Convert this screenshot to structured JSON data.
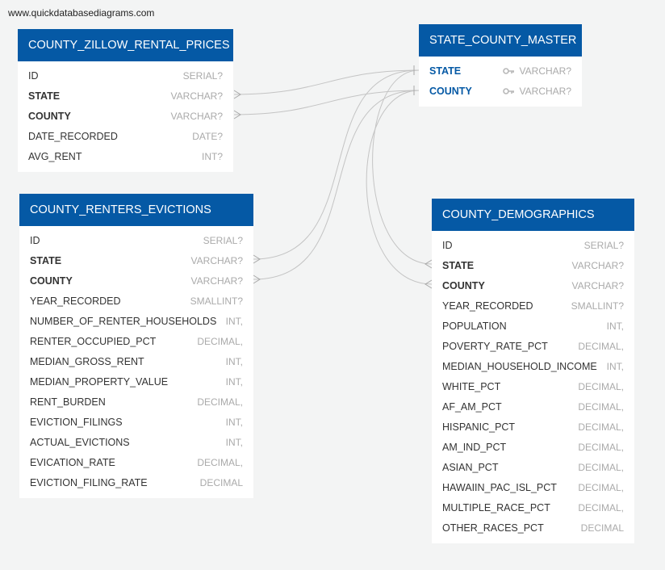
{
  "watermark": "www.quickdatabasediagrams.com",
  "colors": {
    "header": "#0559a5",
    "background": "#f3f4f4",
    "pk_text": "#0559a5",
    "type_text": "#aaaaaa"
  },
  "tables": {
    "zillow": {
      "name": "COUNTY_ZILLOW_RENTAL_PRICES",
      "columns": [
        {
          "name": "ID",
          "type": "SERIAL?",
          "bold": false
        },
        {
          "name": "STATE",
          "type": "VARCHAR?",
          "bold": true
        },
        {
          "name": "COUNTY",
          "type": "VARCHAR?",
          "bold": true
        },
        {
          "name": "DATE_RECORDED",
          "type": "DATE?",
          "bold": false
        },
        {
          "name": "AVG_RENT",
          "type": "INT?",
          "bold": false
        }
      ]
    },
    "master": {
      "name": "STATE_COUNTY_MASTER",
      "columns": [
        {
          "name": "STATE",
          "type": "VARCHAR?",
          "pk": true,
          "icon": "key-icon"
        },
        {
          "name": "COUNTY",
          "type": "VARCHAR?",
          "pk": true,
          "icon": "key-icon"
        }
      ]
    },
    "evictions": {
      "name": "COUNTY_RENTERS_EVICTIONS",
      "columns": [
        {
          "name": "ID",
          "type": "SERIAL?",
          "bold": false
        },
        {
          "name": "STATE",
          "type": "VARCHAR?",
          "bold": true
        },
        {
          "name": "COUNTY",
          "type": "VARCHAR?",
          "bold": true
        },
        {
          "name": "YEAR_RECORDED",
          "type": "SMALLINT?",
          "bold": false
        },
        {
          "name": "NUMBER_OF_RENTER_HOUSEHOLDS",
          "type": "INT,",
          "bold": false
        },
        {
          "name": "RENTER_OCCUPIED_PCT",
          "type": "DECIMAL,",
          "bold": false
        },
        {
          "name": "MEDIAN_GROSS_RENT",
          "type": "INT,",
          "bold": false
        },
        {
          "name": "MEDIAN_PROPERTY_VALUE",
          "type": "INT,",
          "bold": false
        },
        {
          "name": "RENT_BURDEN",
          "type": "DECIMAL,",
          "bold": false
        },
        {
          "name": "EVICTION_FILINGS",
          "type": "INT,",
          "bold": false
        },
        {
          "name": "ACTUAL_EVICTIONS",
          "type": "INT,",
          "bold": false
        },
        {
          "name": "EVICATION_RATE",
          "type": "DECIMAL,",
          "bold": false
        },
        {
          "name": "EVICTION_FILING_RATE",
          "type": "DECIMAL",
          "bold": false
        }
      ]
    },
    "demographics": {
      "name": "COUNTY_DEMOGRAPHICS",
      "columns": [
        {
          "name": "ID",
          "type": "SERIAL?",
          "bold": false
        },
        {
          "name": "STATE",
          "type": "VARCHAR?",
          "bold": true
        },
        {
          "name": "COUNTY",
          "type": "VARCHAR?",
          "bold": true
        },
        {
          "name": "YEAR_RECORDED",
          "type": "SMALLINT?",
          "bold": false
        },
        {
          "name": "POPULATION",
          "type": "INT,",
          "bold": false
        },
        {
          "name": "POVERTY_RATE_PCT",
          "type": "DECIMAL,",
          "bold": false
        },
        {
          "name": "MEDIAN_HOUSEHOLD_INCOME",
          "type": "INT,",
          "bold": false
        },
        {
          "name": "WHITE_PCT",
          "type": "DECIMAL,",
          "bold": false
        },
        {
          "name": "AF_AM_PCT",
          "type": "DECIMAL,",
          "bold": false
        },
        {
          "name": "HISPANIC_PCT",
          "type": "DECIMAL,",
          "bold": false
        },
        {
          "name": "AM_IND_PCT",
          "type": "DECIMAL,",
          "bold": false
        },
        {
          "name": "ASIAN_PCT",
          "type": "DECIMAL,",
          "bold": false
        },
        {
          "name": "HAWAIIN_PAC_ISL_PCT",
          "type": "DECIMAL,",
          "bold": false
        },
        {
          "name": "MULTIPLE_RACE_PCT",
          "type": "DECIMAL,",
          "bold": false
        },
        {
          "name": "OTHER_RACES_PCT",
          "type": "DECIMAL",
          "bold": false
        }
      ]
    }
  },
  "relationships": [
    {
      "from": "COUNTY_ZILLOW_RENTAL_PRICES.STATE",
      "to": "STATE_COUNTY_MASTER.STATE"
    },
    {
      "from": "COUNTY_ZILLOW_RENTAL_PRICES.COUNTY",
      "to": "STATE_COUNTY_MASTER.COUNTY"
    },
    {
      "from": "COUNTY_RENTERS_EVICTIONS.STATE",
      "to": "STATE_COUNTY_MASTER.STATE"
    },
    {
      "from": "COUNTY_RENTERS_EVICTIONS.COUNTY",
      "to": "STATE_COUNTY_MASTER.COUNTY"
    },
    {
      "from": "COUNTY_DEMOGRAPHICS.STATE",
      "to": "STATE_COUNTY_MASTER.STATE"
    },
    {
      "from": "COUNTY_DEMOGRAPHICS.COUNTY",
      "to": "STATE_COUNTY_MASTER.COUNTY"
    }
  ]
}
